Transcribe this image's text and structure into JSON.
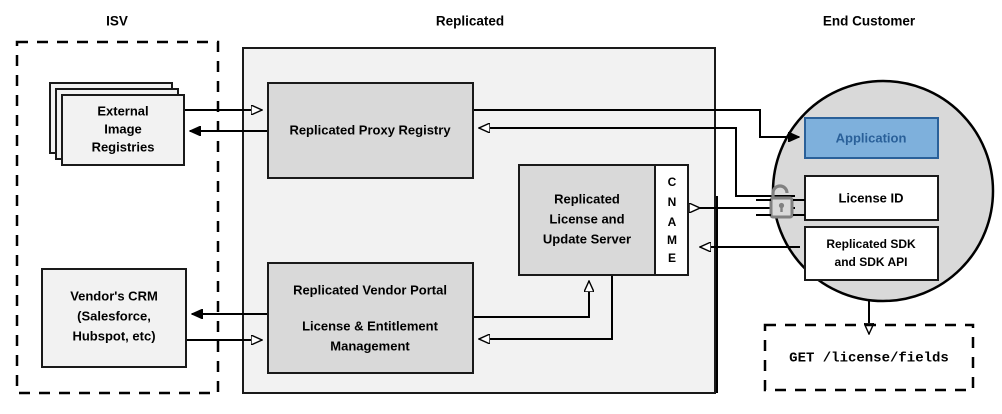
{
  "diagram": {
    "title_bar": [
      "ISV",
      "Replicated",
      "End Customer"
    ],
    "zones": {
      "isv": {
        "label": "ISV",
        "style": "dashed-rectangle"
      },
      "replicated": {
        "label": "Replicated",
        "style": "solid-filled-rectangle",
        "fill": "#f2f2f2"
      },
      "end_customer": {
        "label": "End Customer",
        "style": "circle",
        "fill": "#d9d9d9"
      }
    },
    "nodes": {
      "external_image_registries": {
        "label_lines": [
          "External",
          "Image",
          "Registries"
        ],
        "shape": "stacked-rectangles",
        "fill": "#f2f2f2"
      },
      "vendors_crm": {
        "label_lines": [
          "Vendor's CRM",
          "(Salesforce,",
          "Hubspot, etc)"
        ],
        "shape": "rectangle",
        "fill": "#f2f2f2"
      },
      "replicated_proxy_registry": {
        "label_lines": [
          "Replicated Proxy Registry"
        ],
        "shape": "rectangle",
        "fill": "#d9d9d9"
      },
      "replicated_license_and_update_server": {
        "label_lines": [
          "Replicated",
          "License and",
          "Update Server"
        ],
        "shape": "rectangle",
        "fill": "#d9d9d9"
      },
      "cname": {
        "label": "CNAME",
        "letters": [
          "C",
          "N",
          "A",
          "M",
          "E"
        ],
        "shape": "vertical-text-rectangle",
        "fill": "#ffffff"
      },
      "replicated_vendor_portal": {
        "label_lines": [
          "Replicated Vendor Portal",
          "License & Entitlement",
          "Management"
        ],
        "shape": "rectangle",
        "fill": "#d9d9d9"
      },
      "application": {
        "label_lines": [
          "Application"
        ],
        "shape": "rectangle",
        "fill": "#7eb0dc",
        "text_color": "#2a6099",
        "border_color": "#2a6099"
      },
      "license_id": {
        "label_lines": [
          "License ID"
        ],
        "shape": "rectangle",
        "fill": "#ffffff"
      },
      "replicated_sdk": {
        "label_lines": [
          "Replicated SDK",
          "and SDK API"
        ],
        "shape": "rectangle",
        "fill": "#ffffff"
      },
      "license_fields_request": {
        "label_lines": [
          "GET /license/fields"
        ],
        "shape": "dashed-rectangle",
        "font": "monospace"
      },
      "unlock_icon": {
        "name": "unlock-padlock-icon",
        "color": "#808080"
      }
    },
    "colors": {
      "zone_fill_replicated": "#f2f2f2",
      "zone_fill_customer": "#d9d9d9",
      "node_fill_light": "#f2f2f2",
      "node_fill_gray": "#d9d9d9",
      "node_fill_white": "#ffffff",
      "accent_blue_fill": "#7eb0dc",
      "accent_blue_text": "#2a6099",
      "line": "#000000",
      "padlock": "#808080"
    }
  }
}
